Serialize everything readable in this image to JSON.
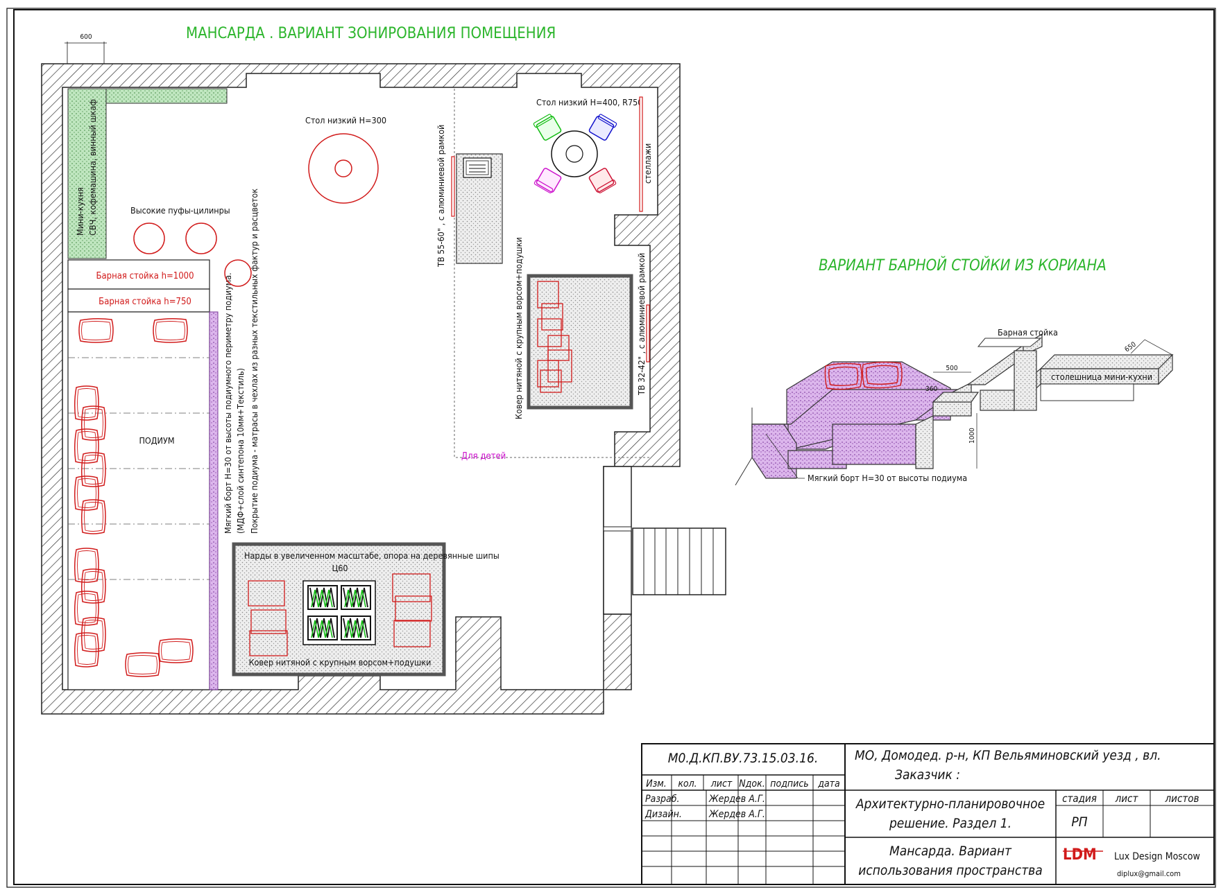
{
  "title_plan": "МАНСАРДА . ВАРИАНТ ЗОНИРОВАНИЯ ПОМЕЩЕНИЯ",
  "title_bar": "ВАРИАНТ БАРНОЙ СТОЙКИ ИЗ КОРИАНА",
  "dim_600": "600",
  "labels": {
    "table_low_300": "Стол низкий Н=300",
    "table_low_400": "Стол низкий Н=400, R750",
    "poufs": "Высокие пуфы-цилинры",
    "bar_1000": "Барная стойка h=1000",
    "bar_750": "Барная стойка h=750",
    "podium": "ПОДИУМ",
    "mini_kitchen": "Мини-кухня",
    "kitchen_appliances": "СВЧ, кофемашина, винный шкаф",
    "tv_55": "ТВ 55-60\" , с алюминиевой рамкой",
    "tv_32": "ТВ 32-42\" , с алюминиевой рамкой",
    "shelves": "стеллажи",
    "carpet_right": "Ковер нитяной с крупным ворсом+подушки",
    "carpet_bottom": "Ковер нитяной с крупным ворсом+подушки",
    "kids": "Для детей",
    "nardy": "Нарды в увеличенном масштабе, опора на деревянные шипы",
    "center": "Ц60",
    "soft_border": "Мягкий борт Н=30 от высоты подиумного периметру подиума.",
    "mdf": "(МДФ+слой синтепона 10мм+Текстиль)",
    "podium_cover": "Покрытие подиума - матрасы в чехлах из разных текстильных фактур и расцветок"
  },
  "bar_detail": {
    "bar_label": "Барная стойка",
    "counter_label": "столешница мини-кухни",
    "soft_border": "Мягкий борт Н=30 от высоты подиума",
    "dim_500": "500",
    "dim_360": "360",
    "dim_650": "650",
    "dim_1000": "1000"
  },
  "title_block": {
    "code": "М0.Д.КП.ВУ.73.15.03.16.",
    "address": "МО, Домодед. р-н, КП Вельяминовский уезд , вл.",
    "customer": "Заказчик :",
    "col_izm": "Изм.",
    "col_kol": "кол.",
    "col_list": "лист",
    "col_ndok": "Nдок.",
    "col_podpis": "подпись",
    "col_data": "дата",
    "razrab": "Разраб.",
    "dizain": "Дизайн.",
    "author1": "Жердев А.Г.",
    "author2": "Жердев А.Г.",
    "section1": "Архитектурно-планировочное",
    "section2": "решение. Раздел 1.",
    "stadia_h": "стадия",
    "list_h": "лист",
    "listov_h": "листов",
    "stadia": "РП",
    "sheet1": "Мансарда. Вариант",
    "sheet2": "использования пространства",
    "ldm": "LDM",
    "lux": "Lux Design Moscow",
    "email": "diplux@gmail.com"
  }
}
